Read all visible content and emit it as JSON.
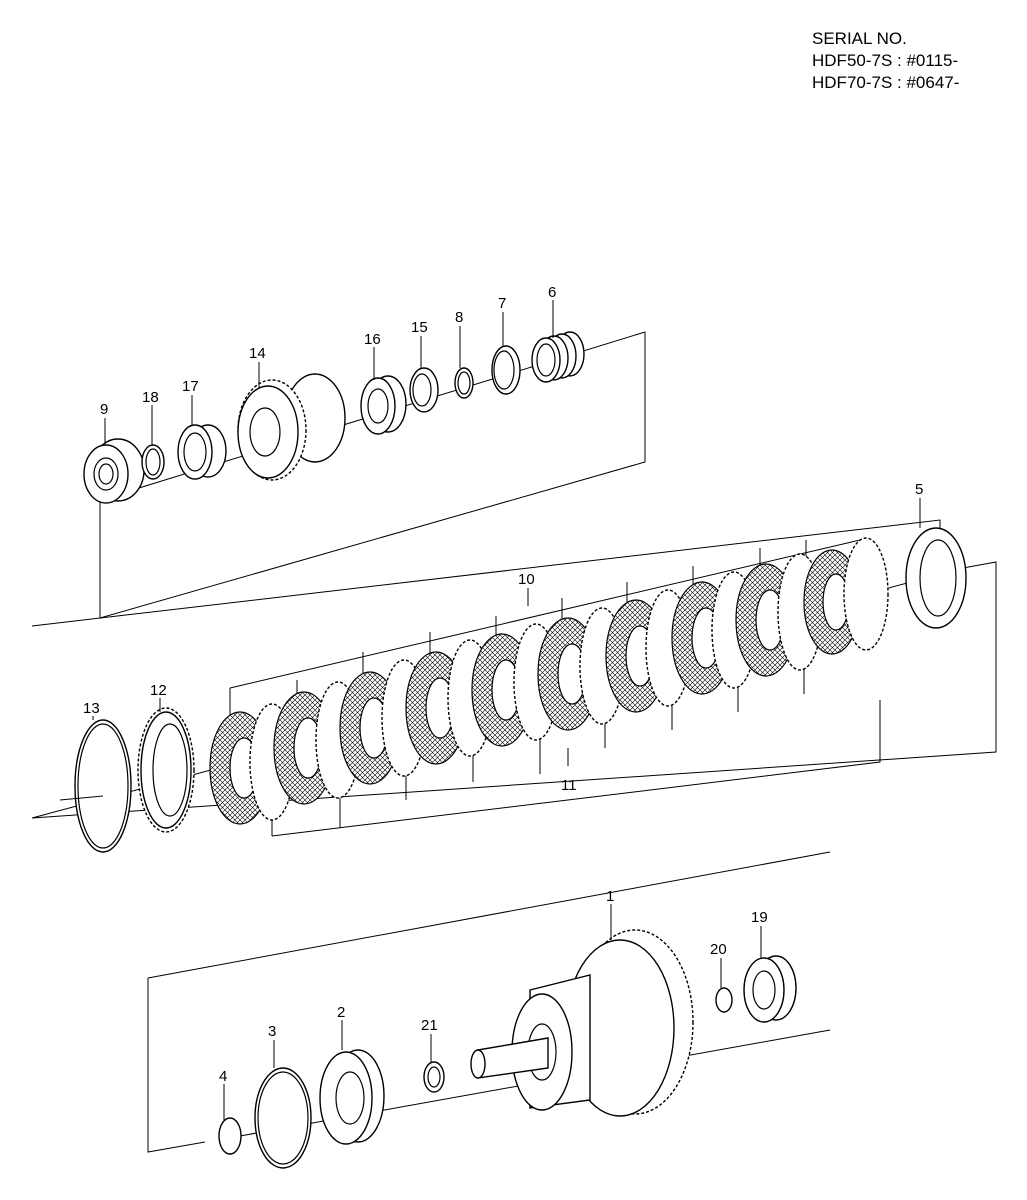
{
  "header": {
    "serial_title": "SERIAL NO.",
    "serial_lines": [
      "HDF50-7S : #0115-",
      "HDF70-7S : #0647-"
    ]
  },
  "callouts": {
    "c1": "1",
    "c2": "2",
    "c3": "3",
    "c4": "4",
    "c5": "5",
    "c6": "6",
    "c7": "7",
    "c8": "8",
    "c9": "9",
    "c10": "10",
    "c11": "11",
    "c12": "12",
    "c13": "13",
    "c14": "14",
    "c15": "15",
    "c16": "16",
    "c17": "17",
    "c18": "18",
    "c19": "19",
    "c20": "20",
    "c21": "21"
  }
}
